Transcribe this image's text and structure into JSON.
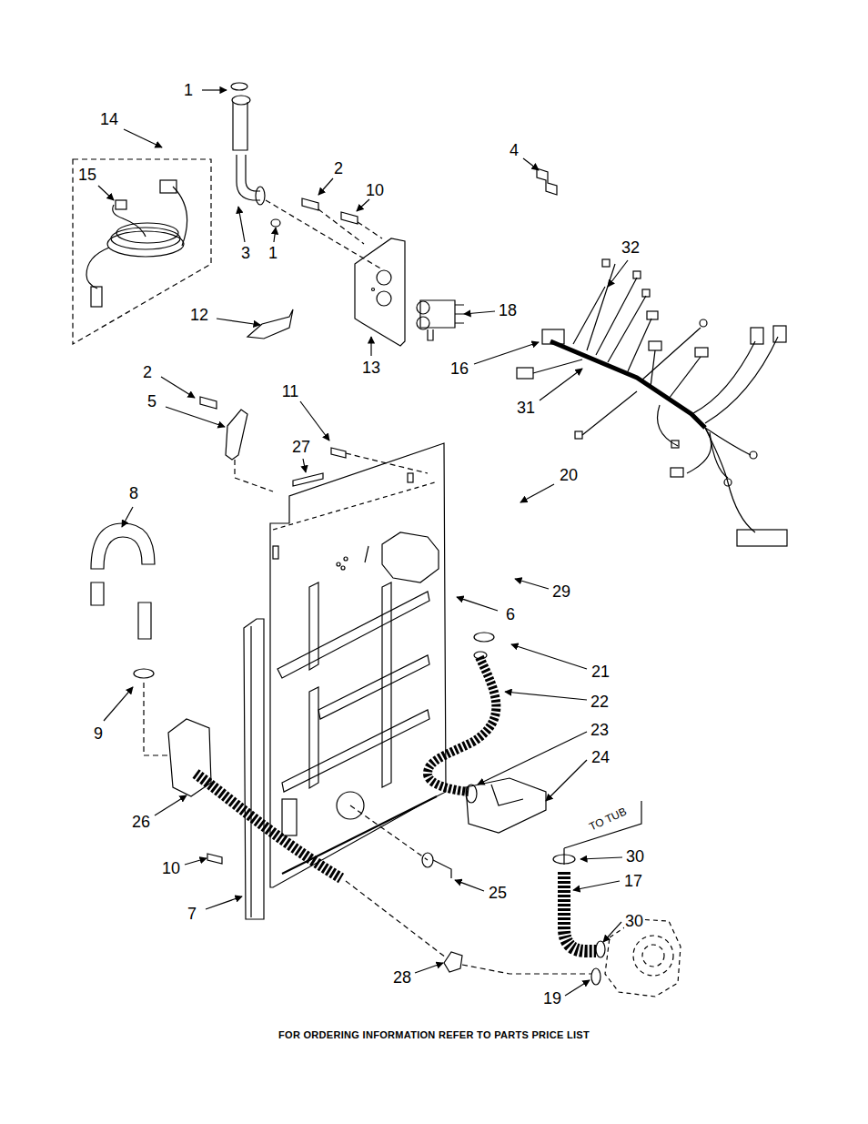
{
  "diagram": {
    "caption": "FOR ORDERING INFORMATION REFER TO PARTS PRICE LIST",
    "labels": [
      "1",
      "14",
      "15",
      "2",
      "10",
      "3",
      "1",
      "4",
      "32",
      "12",
      "18",
      "13",
      "16",
      "31",
      "2",
      "5",
      "11",
      "27",
      "20",
      "8",
      "29",
      "6",
      "21",
      "22",
      "23",
      "24",
      "9",
      "26",
      "30",
      "17",
      "30",
      "10",
      "25",
      "7",
      "28",
      "19",
      "TO TUB"
    ]
  }
}
